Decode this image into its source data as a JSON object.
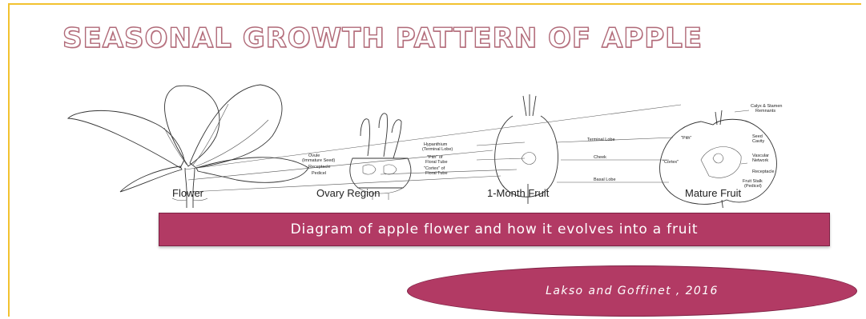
{
  "title": "SEASONAL GROWTH  PATTERN OF APPLE",
  "stages": [
    "Flower",
    "Ovary Region",
    "1-Month Fruit",
    "Mature Fruit"
  ],
  "labels": {
    "ovule": "Ovule",
    "immature_seed": "(Immature Seed)",
    "receptacle": "Receptacle",
    "pedicel": "Pedicel",
    "hypanthium": "Hypanthium",
    "terminal_lobe_paren": "(Terminal Lobe)",
    "pith_of": "\"Pith\" of",
    "floral_tube_1": "Floral Tube",
    "cortex_of": "\"Cortex\" of",
    "floral_tube_2": "Floral Tube",
    "terminal_lobe": "Terminal Lobe",
    "cheek": "Cheek",
    "basal_lobe": "Basal Lobe",
    "calyx": "Calyx & Stamen",
    "remnants": "Remnants",
    "pith": "\"Pith\"",
    "seed": "Seed",
    "cavity": "Cavity",
    "cortex": "\"Cortex\"",
    "vascular": "Vascular",
    "network": "Network",
    "receptacle_2": "Receptacle",
    "fruit_stalk": "Fruit Stalk",
    "pedicel_paren": "(Pedicel)"
  },
  "caption": "Diagram  of apple flower and how it evolves into a fruit",
  "citation": "Lakso and Goffinet , 2016"
}
